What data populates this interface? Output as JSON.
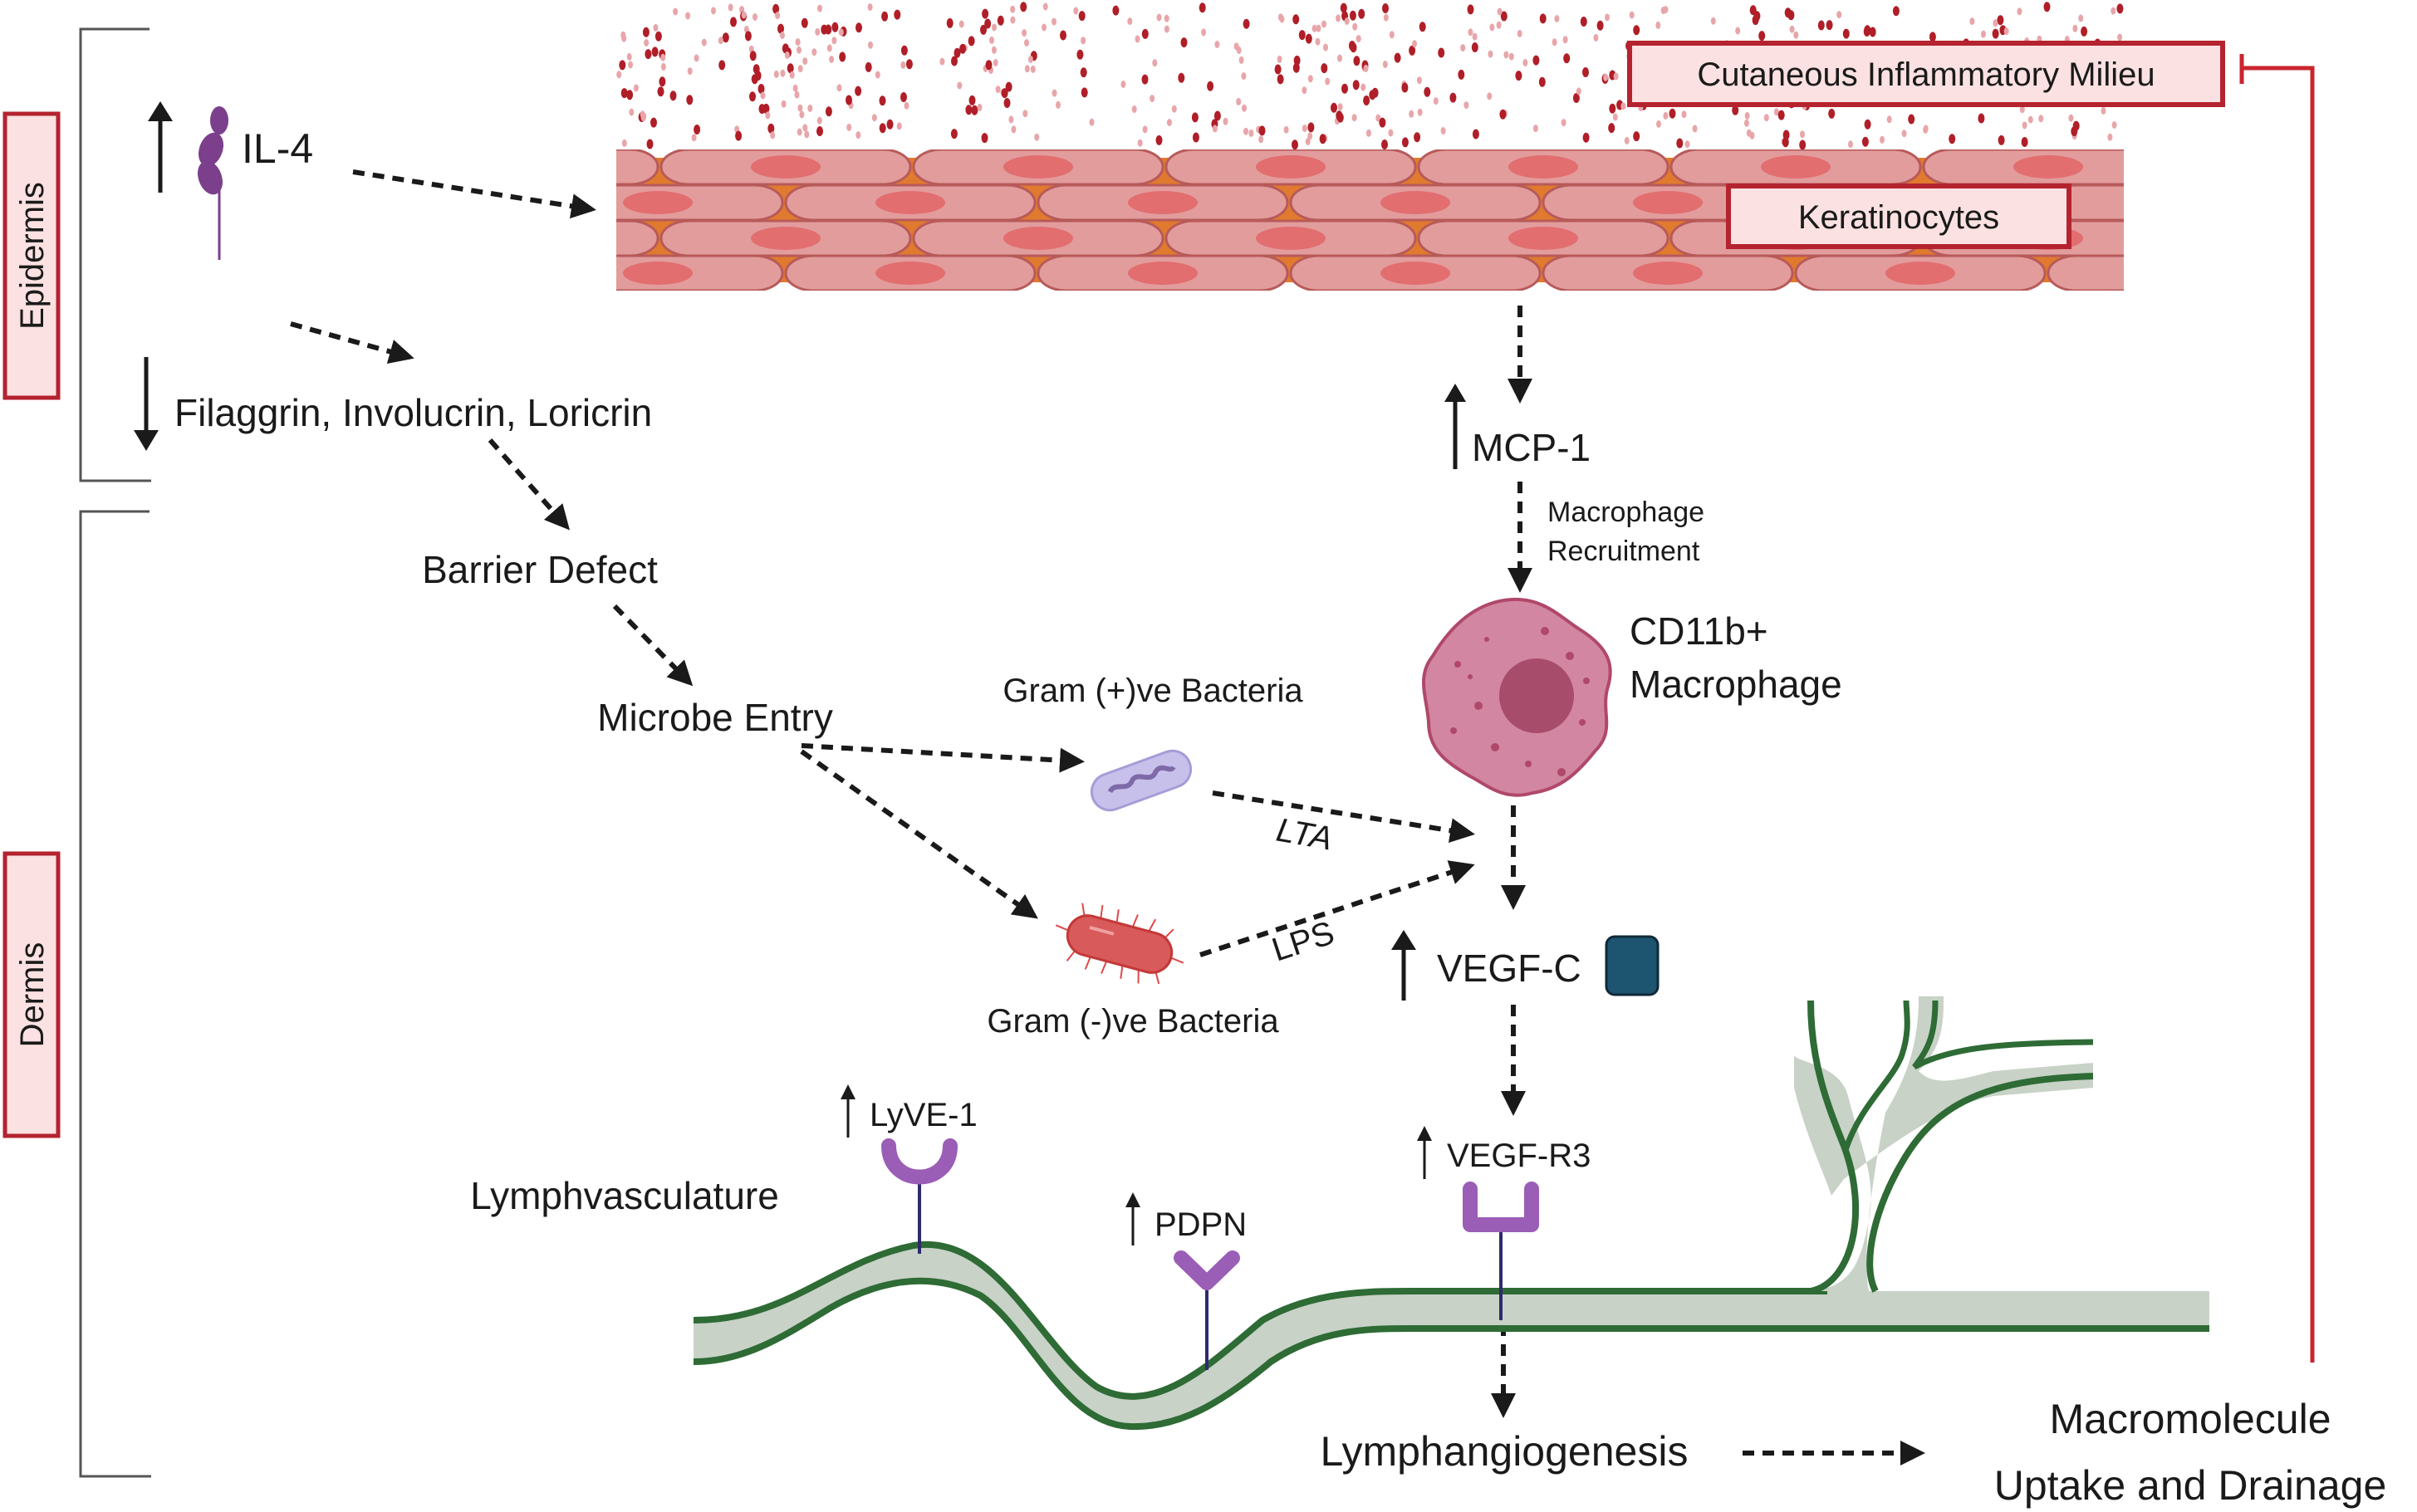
{
  "diagram": {
    "regions": {
      "epidermis": "Epidermis",
      "dermis": "Dermis"
    },
    "nodes": {
      "il4": "IL-4",
      "barrier_proteins": "Filaggrin, Involucrin, Loricrin",
      "barrier_defect": "Barrier Defect",
      "microbe_entry": "Microbe Entry",
      "gram_positive": "Gram (+)ve Bacteria",
      "gram_negative": "Gram (-)ve Bacteria",
      "lta": "LTA",
      "lps": "LPS",
      "cutaneous_milieu": "Cutaneous Inflammatory Milieu",
      "keratinocytes": "Keratinocytes",
      "mcp1": "MCP-1",
      "macrophage_recruitment_1": "Macrophage",
      "macrophage_recruitment_2": "Recruitment",
      "macrophage_1": "CD11b+",
      "macrophage_2": "Macrophage",
      "vegfc": "VEGF-C",
      "vegfr3": "VEGF-R3",
      "lyve1": "LyVE-1",
      "pdpn": "PDPN",
      "lymphvasculature": "Lymphvasculature",
      "lymphangiogenesis": "Lymphangiogenesis",
      "outcome_1": "Macromolecule",
      "outcome_2": "Uptake and Drainage"
    },
    "regulation": {
      "il4": "up",
      "barrier_proteins": "down",
      "mcp1": "up",
      "vegfc": "up",
      "vegfr3": "up",
      "lyve1": "up",
      "pdpn": "up"
    },
    "edges": [
      {
        "from": "IL-4",
        "to": "Keratinocytes",
        "type": "activation"
      },
      {
        "from": "IL-4",
        "to": "Filaggrin, Involucrin, Loricrin",
        "type": "activation"
      },
      {
        "from": "Filaggrin, Involucrin, Loricrin",
        "to": "Barrier Defect",
        "type": "activation"
      },
      {
        "from": "Barrier Defect",
        "to": "Microbe Entry",
        "type": "activation"
      },
      {
        "from": "Microbe Entry",
        "to": "Gram (+)ve Bacteria",
        "type": "activation"
      },
      {
        "from": "Microbe Entry",
        "to": "Gram (-)ve Bacteria",
        "type": "activation"
      },
      {
        "from": "Gram (+)ve Bacteria",
        "to": "VEGF-C",
        "label": "LTA",
        "type": "activation"
      },
      {
        "from": "Gram (-)ve Bacteria",
        "to": "VEGF-C",
        "label": "LPS",
        "type": "activation"
      },
      {
        "from": "Keratinocytes",
        "to": "MCP-1",
        "type": "activation"
      },
      {
        "from": "MCP-1",
        "to": "CD11b+ Macrophage",
        "label": "Macrophage Recruitment",
        "type": "activation"
      },
      {
        "from": "CD11b+ Macrophage",
        "to": "VEGF-C",
        "type": "activation"
      },
      {
        "from": "VEGF-C",
        "to": "VEGF-R3",
        "type": "activation"
      },
      {
        "from": "VEGF-R3",
        "to": "Lymphangiogenesis",
        "type": "activation"
      },
      {
        "from": "Lymphangiogenesis",
        "to": "Macromolecule Uptake and Drainage",
        "type": "activation"
      },
      {
        "from": "Macromolecule Uptake and Drainage",
        "to": "Cutaneous Inflammatory Milieu",
        "type": "inhibition"
      }
    ],
    "colors": {
      "label_box_fill": "#FBE1E1",
      "label_box_border": "#B4232F",
      "inhibition_line": "#C9252F",
      "keratinocyte_fill": "#E29C9C",
      "keratinocyte_nucleus": "#E26E70",
      "keratinocyte_border": "#B85A5A",
      "interstitial": "#E07A2E",
      "milieu_dot_dark": "#B01E28",
      "milieu_dot_light": "#E8A6AA",
      "il4_purple": "#7B3F8C",
      "macrophage_fill": "#D286A1",
      "macrophage_border": "#B0486A",
      "macrophage_nucleus": "#A84C6C",
      "vegfc_square": "#1D5470",
      "vessel_fill": "#C8D2C7",
      "vessel_wall": "#2E6B35",
      "receptor_purple": "#9A5EB6",
      "receptor_stem": "#2E2A6E",
      "gram_pos_fill": "#C7C0EA",
      "gram_neg_fill": "#D85A5A",
      "arrow": "#1a1a1a"
    }
  }
}
